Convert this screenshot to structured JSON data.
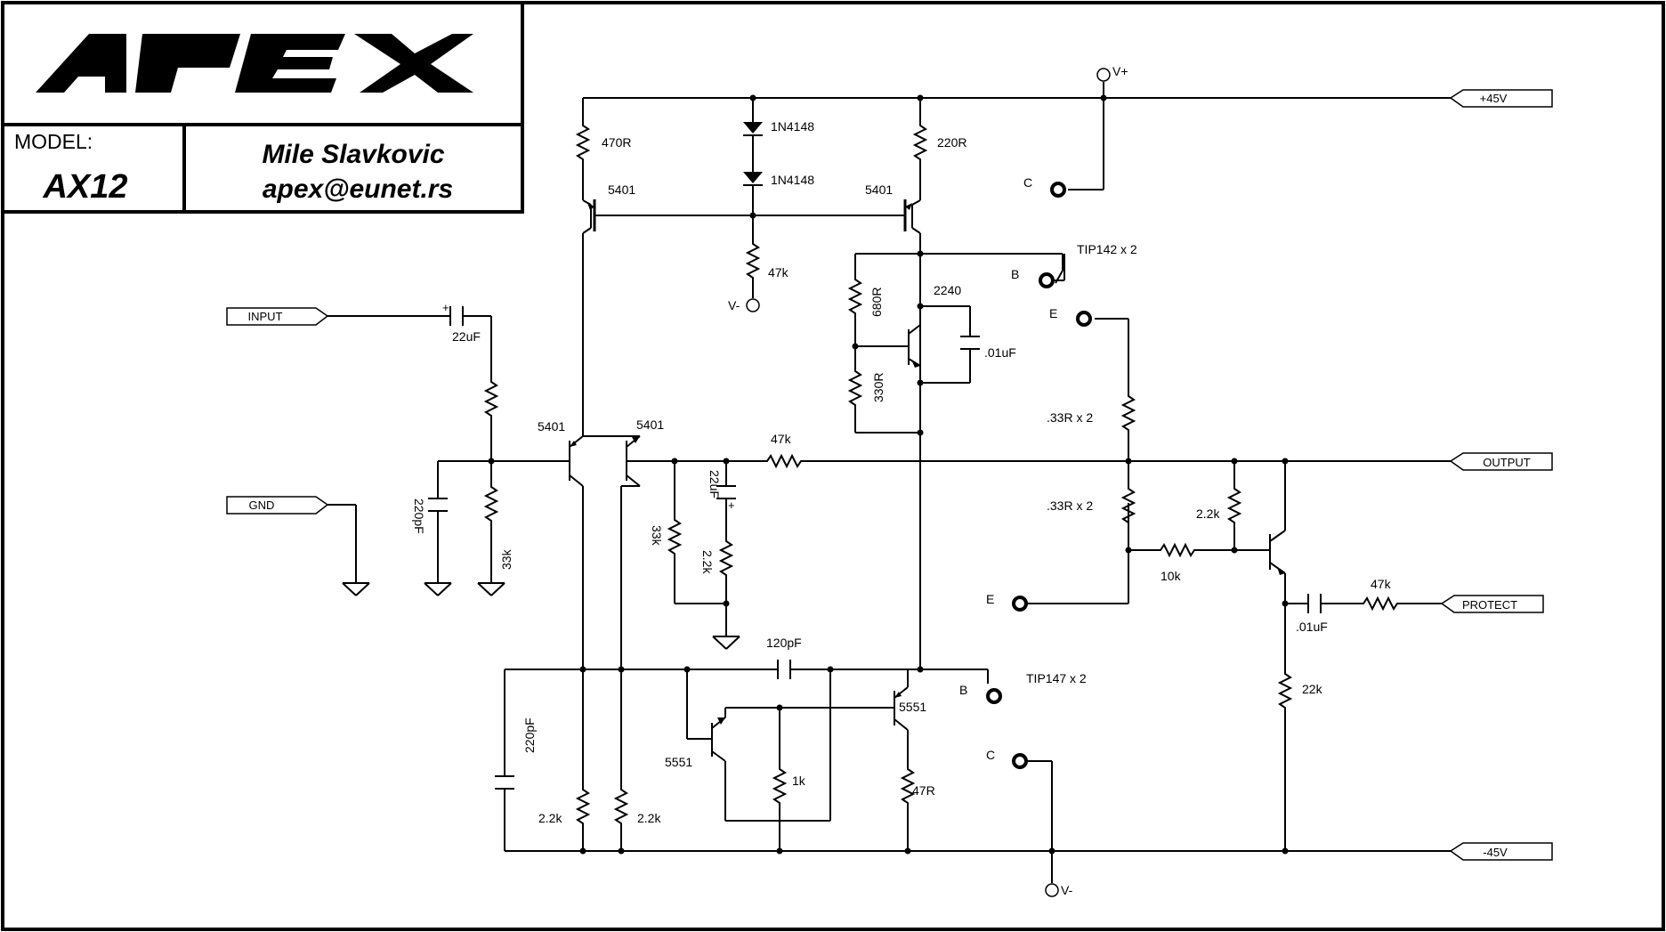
{
  "title_block": {
    "logo_text": "APEX",
    "model_label": "MODEL:",
    "model_number": "AX12",
    "author": "Mile Slavkovic",
    "email": "apex@eunet.rs"
  },
  "ports": {
    "v_plus_rail": "+45V",
    "v_minus_rail": "-45V",
    "input": "INPUT",
    "gnd": "GND",
    "output": "OUTPUT",
    "protect": "PROTECT"
  },
  "supply_labels": {
    "v_plus": "V+",
    "v_minus": "V-",
    "v_minus_bias": "V-"
  },
  "terminals": {
    "c_top": "C",
    "b_top": "B",
    "e_top": "E",
    "e_bottom": "E",
    "b_bottom": "B",
    "c_bottom": "C",
    "tip_top": "TIP142 x 2",
    "tip_bottom": "TIP147 x 2"
  },
  "components": {
    "r_470R": "470R",
    "d1": "1N4148",
    "d2": "1N4148",
    "r_220R": "220R",
    "q_5401_tl": "5401",
    "q_5401_tr": "5401",
    "r_47k_bias": "47k",
    "r_680R": "680R",
    "q_2240": "2240",
    "c_01uF_vbe": ".01uF",
    "r_330R": "330R",
    "c_22uF_in": "22uF",
    "q_5401_dl": "5401",
    "q_5401_dr": "5401",
    "r_47k_fb": "47k",
    "c_22uF_fb": "22uF",
    "r_33k_fb": "33k",
    "r_2k2_fb": "2.2k",
    "c_220pF_in": "220pF",
    "r_33k_in": "33k",
    "r_33R_top": ".33R x 2",
    "r_33R_bot": ".33R x 2",
    "r_2k2_prot": "2.2k",
    "r_10k": "10k",
    "r_47k_prot": "47k",
    "c_01uF_prot": ".01uF",
    "r_22k": "22k",
    "c_120pF": "120pF",
    "q_5551_r": "5551",
    "q_5551_l": "5551",
    "r_1k": "1k",
    "r_47R": "47R",
    "c_220pF_vas": "220pF",
    "r_2k2_l": "2.2k",
    "r_2k2_r": "2.2k"
  },
  "colors": {
    "ink": "#000000",
    "paper": "#ffffff"
  }
}
